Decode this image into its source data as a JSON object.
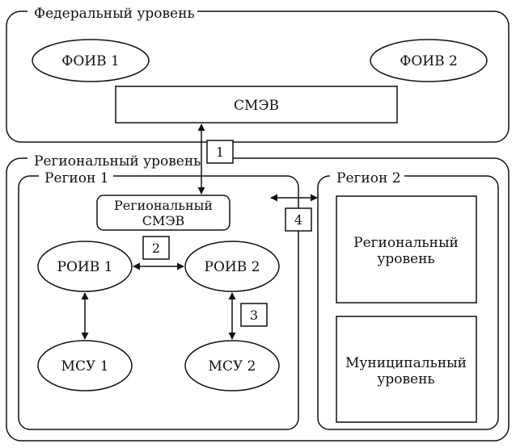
{
  "federal": {
    "title": "Федеральный уровень",
    "foiv1": "ФОИВ 1",
    "foiv2": "ФОИВ 2",
    "smev": "СМЭВ"
  },
  "regional": {
    "title": "Региональный уровень",
    "region1": {
      "title": "Регион 1",
      "regional_smev_line1": "Региональный",
      "regional_smev_line2": "СМЭВ",
      "roiv1": "РОИВ 1",
      "roiv2": "РОИВ 2",
      "msu1": "МСУ 1",
      "msu2": "МСУ 2"
    },
    "region2": {
      "title": "Регион 2",
      "regional_level_line1": "Региональный",
      "regional_level_line2": "уровень",
      "municipal_level_line1": "Муниципальный",
      "municipal_level_line2": "уровень"
    }
  },
  "connection_labels": {
    "c1": "1",
    "c2": "2",
    "c3": "3",
    "c4": "4"
  }
}
